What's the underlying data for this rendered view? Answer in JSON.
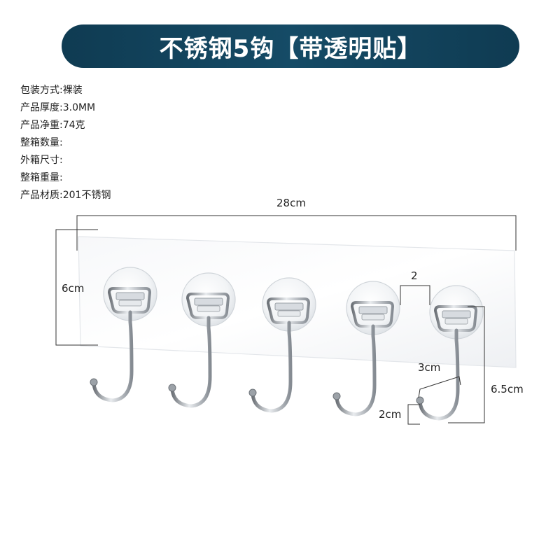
{
  "header": {
    "title": "不锈钢5钩【带透明贴】",
    "background_color": "#154b66"
  },
  "specs": [
    "包装方式:裸装",
    "产品厚度:3.0MM",
    "产品净重:74克",
    "整箱数量:",
    "外箱尺寸:",
    "整箱重量:",
    "产品材质:201不锈钢"
  ],
  "dimensions": {
    "length": "28cm",
    "height": "6cm",
    "spacing": "2",
    "hook_width": "3cm",
    "hook_tip": "2cm",
    "hook_length": "6.5cm"
  },
  "product": {
    "hook_count": 5,
    "plate_icon": "transparent-adhesive-plate",
    "hook_icon": "stainless-steel-hook-icon"
  }
}
